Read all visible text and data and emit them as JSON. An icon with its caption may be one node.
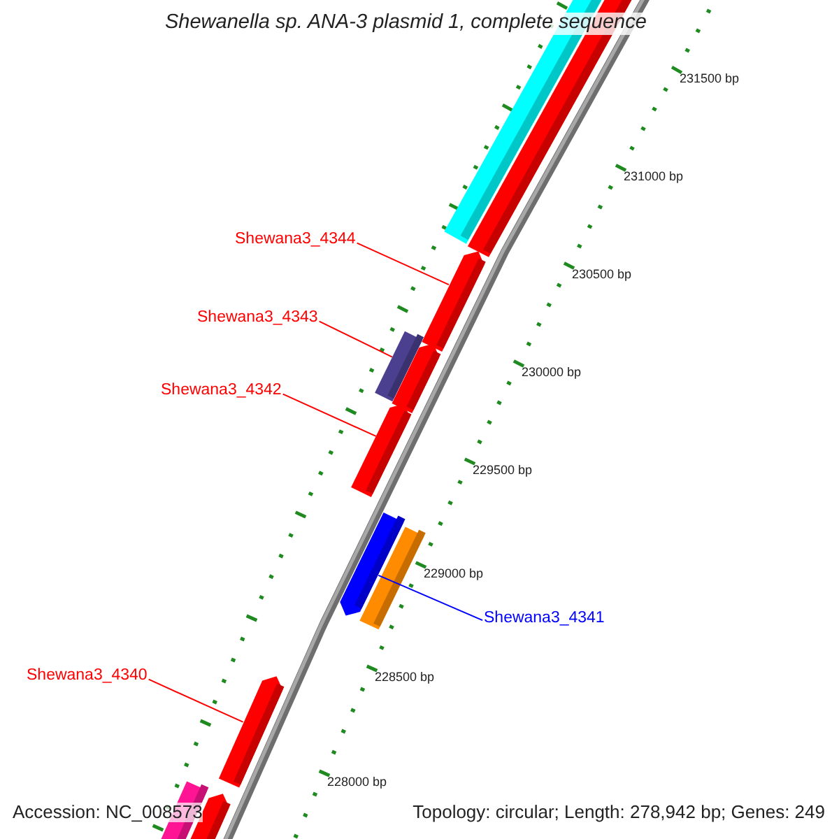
{
  "diagram": {
    "title": "Shewanella sp. ANA-3 plasmid 1, complete sequence",
    "nodes": [
      {
        "text": [
          "Shewana3_4344"
        ]
      },
      {
        "text": [
          "Shewana3_4343"
        ]
      },
      {
        "text": [
          "Shewana3_4342"
        ]
      },
      {
        "text": [
          "Shewana3_4341"
        ]
      },
      {
        "text": [
          "Shewana3_4340"
        ]
      },
      {
        "text": [],
        "shape": "arrow"
      },
      {
        "text": [],
        "shape": "box"
      },
      {
        "text": [],
        "shape": "arrow"
      },
      {
        "text": [],
        "shape": "arrow"
      },
      {
        "text": [],
        "shape": "arrow"
      }
    ],
    "edges": [
      {
        "from": 0,
        "to": 5,
        "arrow": "none"
      },
      {
        "from": 1,
        "to": 6,
        "arrow": "none"
      },
      {
        "from": 2,
        "to": 7,
        "arrow": "none"
      },
      {
        "from": 3,
        "to": 8,
        "arrow": "none",
        "color": "#0000ff"
      },
      {
        "from": 4,
        "to": 9,
        "arrow": "none"
      }
    ],
    "labels": [
      "231500 bp",
      "231000 bp",
      "230500 bp",
      "230000 bp",
      "229500 bp",
      "229000 bp",
      "228500 bp",
      "228000 bp",
      "Accession: NC_008573",
      "Topology: circular; Length: 278,942 bp; Genes: 249"
    ]
  }
}
